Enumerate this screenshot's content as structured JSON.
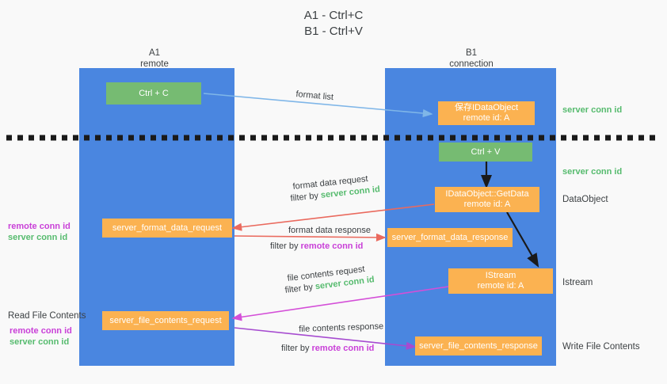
{
  "title": "A1 - Ctrl+C\nB1 - Ctrl+V",
  "columns": {
    "left": {
      "name": "A1",
      "role": "remote",
      "header": "A1\nremote"
    },
    "right": {
      "name": "B1",
      "role": "connection",
      "header": "B1\nconnection"
    }
  },
  "colors": {
    "lane": "#4a86e0",
    "green_box": "#76bb72",
    "orange_box": "#fbb251",
    "green_text": "#56bb6e",
    "magenta_text": "#c940d8",
    "arrow_blue": "#7fb6e8",
    "arrow_red": "#ea6a5e",
    "arrow_magenta": "#d44fd8",
    "arrow_purple": "#a64bd0",
    "arrow_black": "#1a1a1a",
    "background": "#f9f9f9"
  },
  "boxes": {
    "ctrl_c": "Ctrl + C",
    "ctrl_v": "Ctrl + V",
    "save_idataobject": "保存IDataObject\nremote id: A",
    "idataobject_getdata": "IDataObject::GetData\nremote id: A",
    "istream": "IStream\nremote id: A",
    "server_format_data_request": "server_format_data_request",
    "server_format_data_response": "server_format_data_response",
    "server_file_contents_request": "server_file_contents_request",
    "server_file_contents_response": "server_file_contents_response"
  },
  "edges": {
    "format_list": "format list",
    "format_data_request": "format data request",
    "format_data_request_filter_prefix": "filter by ",
    "format_data_request_filter_value": "server conn id",
    "format_data_response": "format data response",
    "format_data_response_filter_prefix": "filter by ",
    "format_data_response_filter_value": "remote conn id",
    "file_contents_request": "file contents request",
    "file_contents_request_filter_prefix": "filter by ",
    "file_contents_request_filter_value": "server conn id",
    "file_contents_response": "file contents response",
    "file_contents_response_filter_prefix": "filter by ",
    "file_contents_response_filter_value": "remote conn id"
  },
  "right_labels": {
    "server_conn_id_top": "server conn id",
    "server_conn_id_mid": "server conn id",
    "dataobject": "DataObject",
    "istream": "Istream",
    "write_file_contents": "Write File Contents"
  },
  "left_labels": {
    "remote_conn_id_1": "remote conn id",
    "server_conn_id_1": "server conn id",
    "read_file_contents": "Read File Contents",
    "remote_conn_id_2": "remote conn id",
    "server_conn_id_2": "server conn id"
  }
}
